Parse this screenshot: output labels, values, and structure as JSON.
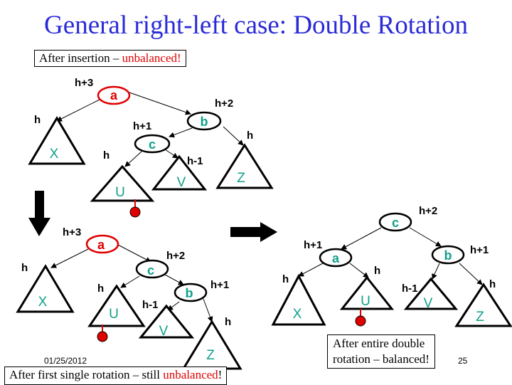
{
  "title": "General right-left case: Double Rotation",
  "boxes": {
    "insertion_prefix": "After insertion – ",
    "insertion_status": "unbalanced!",
    "first_rotation_prefix": "After first single rotation – still ",
    "first_rotation_status": "unbalanced",
    "first_rotation_suffix": "!",
    "double_rotation_line1": "After entire double",
    "double_rotation_line2": "rotation – balanced!"
  },
  "footer": {
    "date": "01/25/2012",
    "page": "25"
  },
  "colors": {
    "title": "#2a2ad8",
    "node_label": "#0fa08a",
    "unbalanced": "#e00000",
    "arrow": "#000000"
  },
  "trees": {
    "before": {
      "nodes": [
        {
          "label": "a",
          "height": "h+3",
          "unbalanced": true
        },
        {
          "label": "b",
          "height": "h+2"
        },
        {
          "label": "c",
          "height": "h+1"
        }
      ],
      "subtrees": [
        {
          "label": "X",
          "height": "h"
        },
        {
          "label": "U",
          "height": "h",
          "inserted_leaf": true
        },
        {
          "label": "V",
          "height": "h-1"
        },
        {
          "label": "Z",
          "height": "h"
        }
      ]
    },
    "after_first_rotation": {
      "nodes": [
        {
          "label": "a",
          "height": "h+3",
          "unbalanced": true
        },
        {
          "label": "c",
          "height": "h+2"
        },
        {
          "label": "b",
          "height": "h+1"
        }
      ],
      "subtrees": [
        {
          "label": "X",
          "height": "h"
        },
        {
          "label": "U",
          "height": "h",
          "inserted_leaf": true
        },
        {
          "label": "V",
          "height": "h-1"
        },
        {
          "label": "Z",
          "height": "h"
        }
      ]
    },
    "after_double_rotation": {
      "nodes": [
        {
          "label": "c",
          "height": "h+2"
        },
        {
          "label": "a",
          "height": "h+1"
        },
        {
          "label": "b",
          "height": "h+1"
        }
      ],
      "subtrees": [
        {
          "label": "X",
          "height": "h"
        },
        {
          "label": "U",
          "height": "h",
          "inserted_leaf": true
        },
        {
          "label": "V",
          "height": "h-1"
        },
        {
          "label": "Z",
          "height": "h"
        }
      ]
    }
  }
}
